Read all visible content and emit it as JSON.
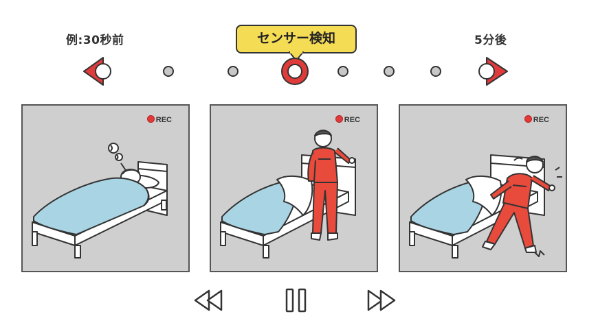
{
  "timeline": {
    "before_label": "例:30秒前",
    "after_label": "5分後",
    "sensor_label": "センサー検知"
  },
  "panels": [
    {
      "rec_label": "REC"
    },
    {
      "rec_label": "REC"
    },
    {
      "rec_label": "REC"
    }
  ],
  "colors": {
    "accent_red": "#e03b3b",
    "callout_yellow": "#f5dc55",
    "sheet_blue": "#a9d4e4",
    "panel_gray": "#cfcfcf"
  }
}
